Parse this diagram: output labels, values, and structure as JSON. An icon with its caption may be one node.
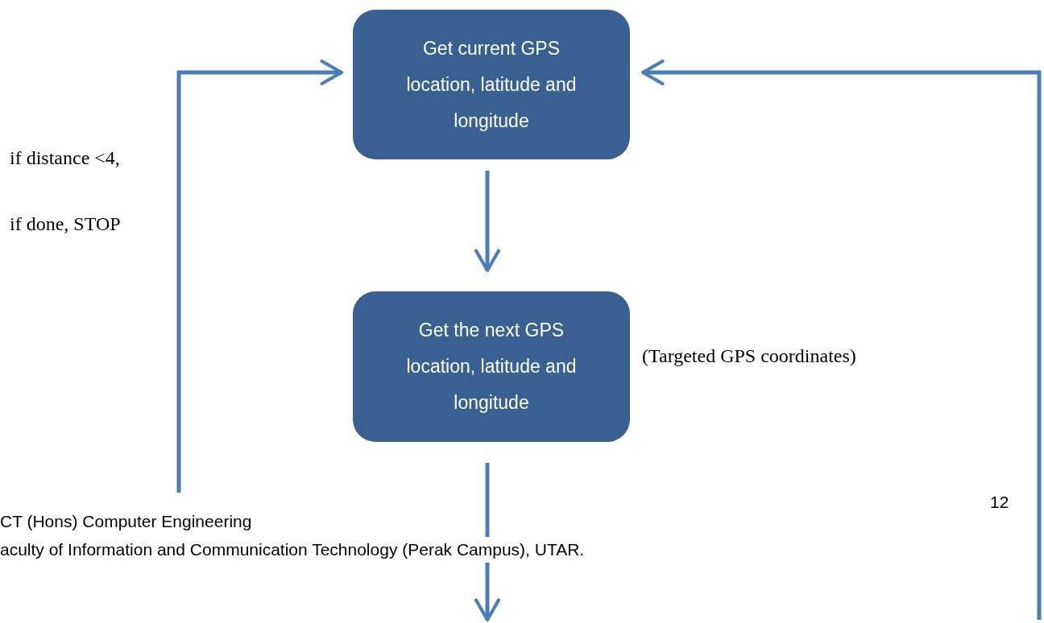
{
  "diagram": {
    "nodes": [
      {
        "text": [
          "Get current GPS location, latitude and longitude"
        ]
      },
      {
        "text": [
          "Get the next GPS location, latitude and longitude"
        ],
        "beside": [
          "(Targeted GPS coordinates)"
        ]
      }
    ],
    "edges": [
      {
        "from": 0,
        "to": 1,
        "arrow": "to"
      },
      {
        "from": null,
        "to": 0,
        "arrow": "to"
      },
      {
        "from": null,
        "to": 0,
        "arrow": "to"
      },
      {
        "from": 1,
        "to": null,
        "arrow": "to"
      }
    ],
    "labels": [
      "if distance <4,",
      "if done, STOP",
      "12",
      "CT (Hons) Computer Engineering",
      "aculty of Information and Communication Technology (Perak Campus), UTAR."
    ]
  }
}
